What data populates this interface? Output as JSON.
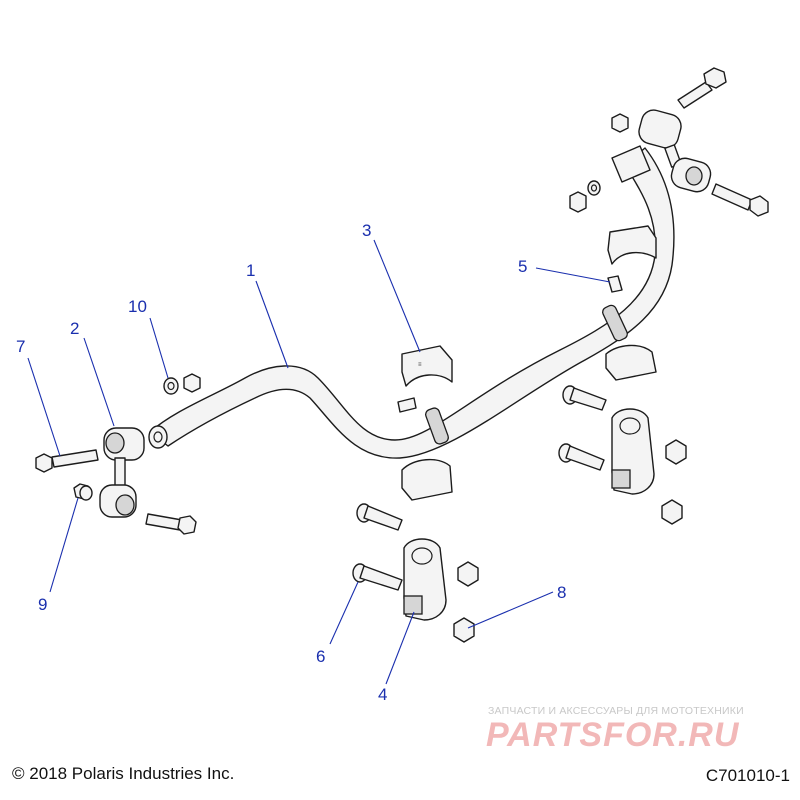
{
  "callouts": [
    {
      "id": "1",
      "label": "1"
    },
    {
      "id": "2",
      "label": "2"
    },
    {
      "id": "3",
      "label": "3"
    },
    {
      "id": "4",
      "label": "4"
    },
    {
      "id": "5",
      "label": "5"
    },
    {
      "id": "6",
      "label": "6"
    },
    {
      "id": "7",
      "label": "7"
    },
    {
      "id": "8",
      "label": "8"
    },
    {
      "id": "9",
      "label": "9"
    },
    {
      "id": "10",
      "label": "10"
    }
  ],
  "copyright": "© 2018 Polaris Industries Inc.",
  "figure_id": "C701010-1",
  "watermark": {
    "tagline": "ЗАПЧАСТИ И АКСЕССУАРЫ ДЛЯ МОТОТЕХНИКИ",
    "brand": "PARTSFOR.RU"
  },
  "colors": {
    "callout": "#1a2fae",
    "outline": "#1c1c1c",
    "watermark": "#f2b8b8"
  }
}
